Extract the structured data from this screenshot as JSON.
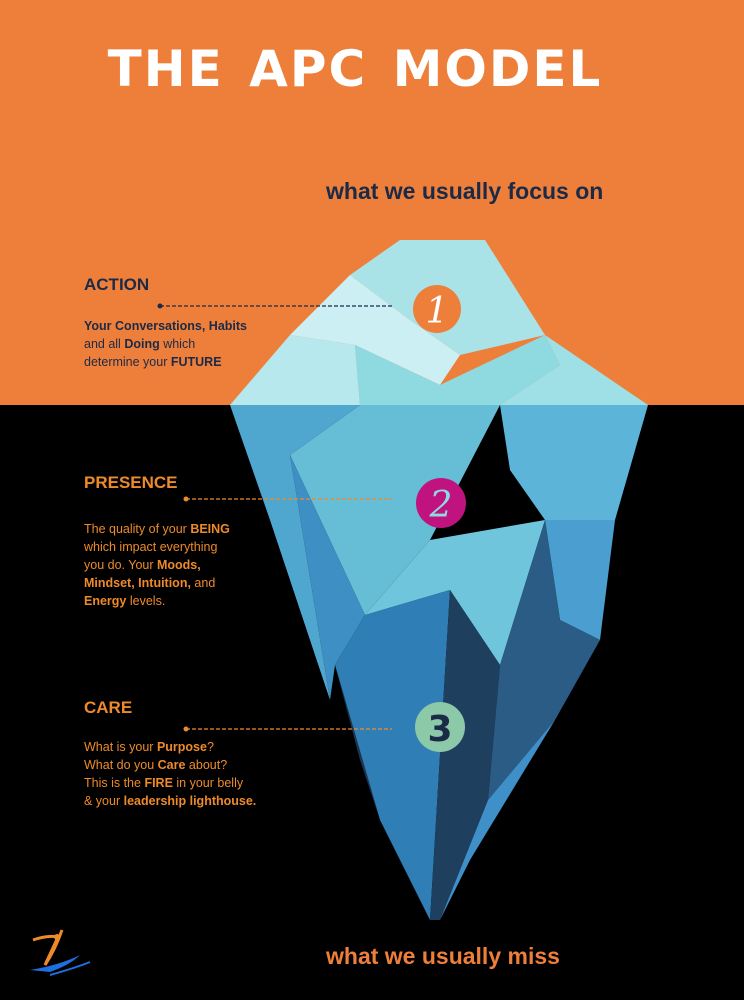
{
  "title": "THE APC MODEL",
  "caption_top": "what we usually focus on",
  "caption_bottom": "what we usually miss",
  "colors": {
    "orange": "#EE7F3A",
    "navy": "#1B2A47",
    "black": "#000000",
    "magenta": "#C0137F",
    "teal": "#8CC9A8"
  },
  "sections": [
    {
      "number": "1",
      "heading": "ACTION",
      "description": [
        {
          "t": "Your ",
          "b": true
        },
        {
          "t": "Conversations, Habits",
          "b": true
        },
        {
          "t": "\nand all ",
          "b": false
        },
        {
          "t": "Doing",
          "b": true
        },
        {
          "t": " which\ndetermine your ",
          "b": false
        },
        {
          "t": "FUTURE",
          "b": true
        }
      ]
    },
    {
      "number": "2",
      "heading": "PRESENCE",
      "description": [
        {
          "t": "The quality of your ",
          "b": false
        },
        {
          "t": "BEING",
          "b": true
        },
        {
          "t": "\nwhich impact everything\nyou do. Your ",
          "b": false
        },
        {
          "t": "Moods,\nMindset, Intuition,",
          "b": true
        },
        {
          "t": " and\n",
          "b": false
        },
        {
          "t": "Energy",
          "b": true
        },
        {
          "t": " levels.",
          "b": false
        }
      ]
    },
    {
      "number": "3",
      "heading": "CARE",
      "description": [
        {
          "t": "What is your ",
          "b": false
        },
        {
          "t": "Purpose",
          "b": true
        },
        {
          "t": "?\nWhat do you ",
          "b": false
        },
        {
          "t": "Care",
          "b": true
        },
        {
          "t": " about?\nThis is the ",
          "b": false
        },
        {
          "t": "FIRE",
          "b": true
        },
        {
          "t": " in your belly\n& your ",
          "b": false
        },
        {
          "t": "leadership lighthouse.",
          "b": true
        }
      ]
    }
  ]
}
